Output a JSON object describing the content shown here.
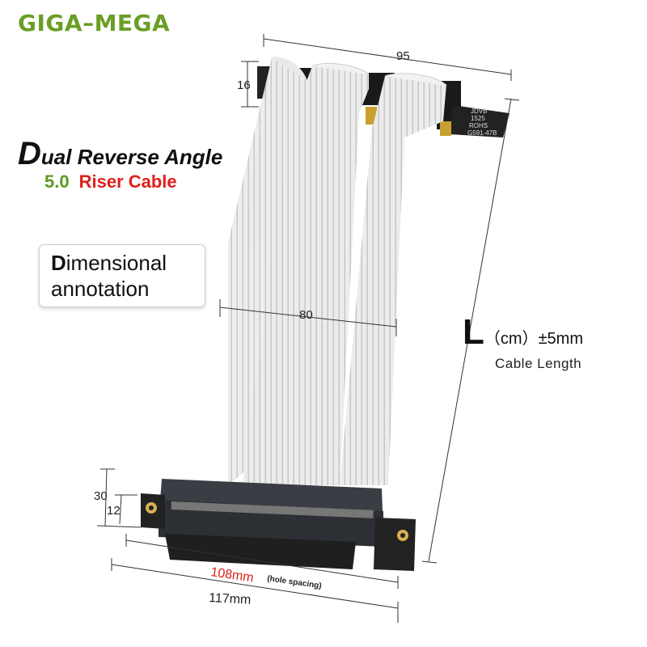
{
  "brand": {
    "prefix": "GIGA",
    "dash": "–",
    "suffix": "MEGA",
    "prefix_color": "#6a9e25",
    "suffix_color": "#6a9e25"
  },
  "title": {
    "line1_initial": "D",
    "line1_rest": "ual Reverse Angle",
    "line2_version": "5.0",
    "line2_product": "Riser Cable",
    "version_color": "#5a9a1e",
    "product_color": "#e0201a"
  },
  "annotation_box": {
    "initial": "D",
    "line1_rest": "imensional",
    "line2": "annotation"
  },
  "dimensions": {
    "top_width": "95",
    "top_height": "16",
    "cable_width": "80",
    "slot_height_outer": "30",
    "slot_height_inner": "12",
    "hole_spacing_value": "108mm",
    "hole_spacing_note": "(hole spacing)",
    "slot_width": "117mm",
    "length_symbol": "L",
    "length_unit": "（cm）",
    "length_tolerance": "±5mm",
    "length_caption": "Cable Length",
    "highlight_color": "#e0201a"
  },
  "connector_label": {
    "line1": "JDVB",
    "line2": "1525",
    "line3": "ROHS",
    "line4": "G591-47B"
  }
}
